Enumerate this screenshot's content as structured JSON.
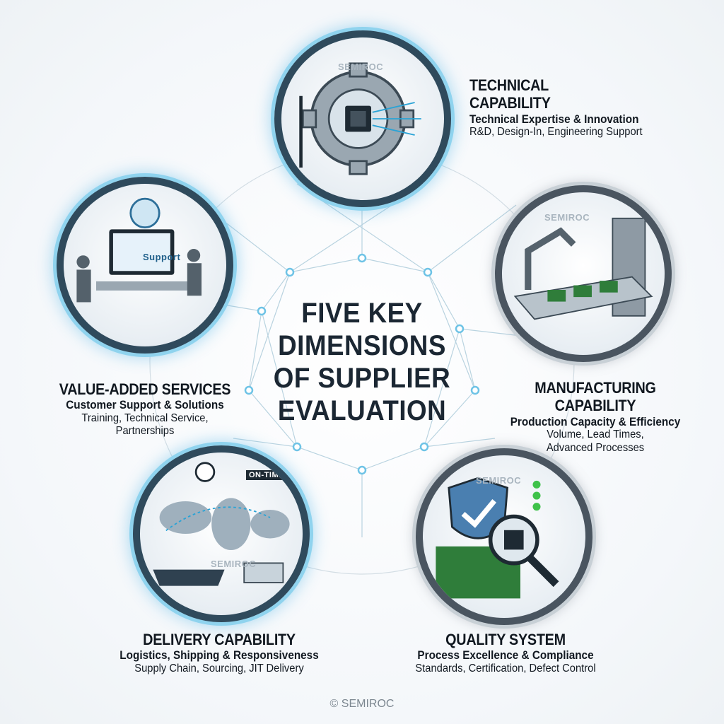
{
  "title": "FIVE KEY DIMENSIONS OF SUPPLIER EVALUATION",
  "title_lines": [
    "FIVE KEY",
    "DIMENSIONS",
    "OF SUPPLIER",
    "EVALUATION"
  ],
  "dimensions": [
    {
      "title_lines": [
        "TECHNICAL",
        "CAPABILITY"
      ],
      "subtitle": "Technical Expertise & Innovation",
      "details": [
        "R&D, Design-In, Engineering Support"
      ],
      "icon": "gear-chip-icon"
    },
    {
      "title_lines": [
        "MANUFACTURING CAPABILITY"
      ],
      "subtitle": "Production Capacity & Efficiency",
      "details": [
        "Volume, Lead Times,",
        "Advanced Processes"
      ],
      "icon": "robot-arm-factory-icon"
    },
    {
      "title_lines": [
        "QUALITY SYSTEM"
      ],
      "subtitle": "Process Excellence & Compliance",
      "details": [
        "Standards, Certification, Defect Control"
      ],
      "icon": "shield-magnifier-icon"
    },
    {
      "title_lines": [
        "DELIVERY CAPABILITY"
      ],
      "subtitle": "Logistics, Shipping & Responsiveness",
      "details": [
        "Supply Chain, Sourcing, JIT Delivery"
      ],
      "icon": "world-map-logistics-icon"
    },
    {
      "title_lines": [
        "VALUE-ADDED SERVICES"
      ],
      "subtitle": "Customer Support & Solutions",
      "details": [
        "Training, Technical Service,",
        "Partnerships"
      ],
      "icon": "support-team-icon"
    }
  ],
  "illustration_text": {
    "watermark": "SEMIROC",
    "support_screen": "Support",
    "on_time_badge": "ON-TIME"
  },
  "colors": {
    "accent_glow": "#8fd3ee",
    "ring": "#2f4a5c",
    "text": "#111820"
  },
  "footer": "© SEMIROC"
}
